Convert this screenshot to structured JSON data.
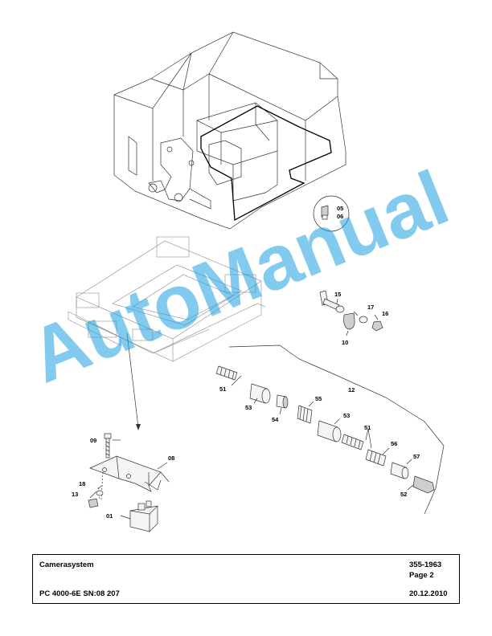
{
  "watermark": "AutoManual",
  "labels": {
    "p05": "05",
    "p06": "06",
    "p15": "15",
    "p17": "17",
    "p16": "16",
    "p10": "10",
    "p12": "12",
    "p51a": "51",
    "p53a": "53",
    "p54": "54",
    "p55": "55",
    "p53b": "53",
    "p51b": "51",
    "p56": "56",
    "p57": "57",
    "p52": "52",
    "p09": "09",
    "p08": "08",
    "p18": "18",
    "p13": "13",
    "p01": "01"
  },
  "title_block": {
    "title": "Camerasystem",
    "part_number": "355-1963",
    "page": "Page 2",
    "model": "PC 4000-6E SN:08 207",
    "date": "20.12.2010"
  }
}
